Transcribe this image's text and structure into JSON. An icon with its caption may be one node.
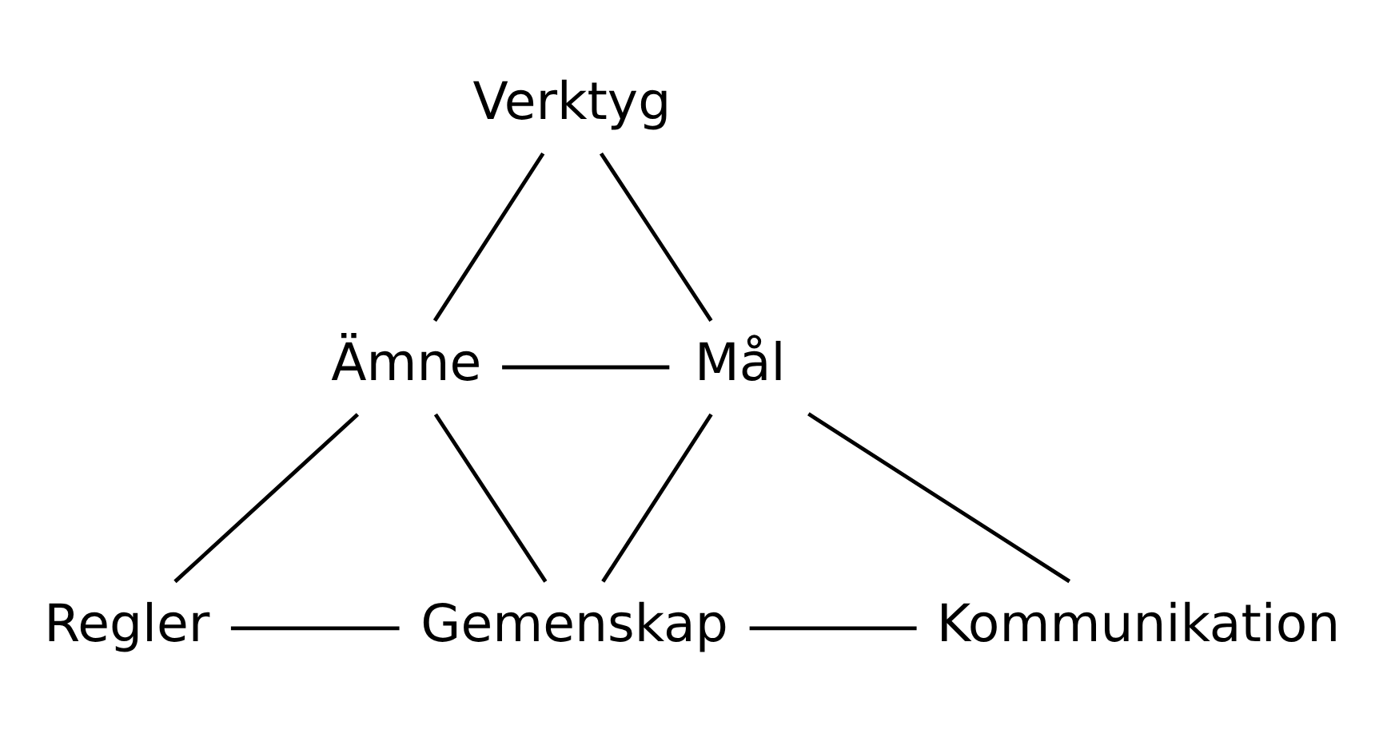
{
  "diagram": {
    "nodes": [
      {
        "text": [
          "Verktyg"
        ]
      },
      {
        "text": [
          "Ämne"
        ]
      },
      {
        "text": [
          "Mål"
        ]
      },
      {
        "text": [
          "Regler"
        ]
      },
      {
        "text": [
          "Gemenskap"
        ]
      },
      {
        "text": [
          "Kommunikation"
        ]
      }
    ],
    "edges": [
      {
        "from": 0,
        "to": 1,
        "arrow": "none"
      },
      {
        "from": 0,
        "to": 2,
        "arrow": "none"
      },
      {
        "from": 1,
        "to": 2,
        "arrow": "none"
      },
      {
        "from": 1,
        "to": 3,
        "arrow": "none"
      },
      {
        "from": 1,
        "to": 4,
        "arrow": "none"
      },
      {
        "from": 2,
        "to": 4,
        "arrow": "none"
      },
      {
        "from": 2,
        "to": 5,
        "arrow": "none"
      },
      {
        "from": 3,
        "to": 4,
        "arrow": "none"
      },
      {
        "from": 4,
        "to": 5,
        "arrow": "none"
      }
    ]
  }
}
